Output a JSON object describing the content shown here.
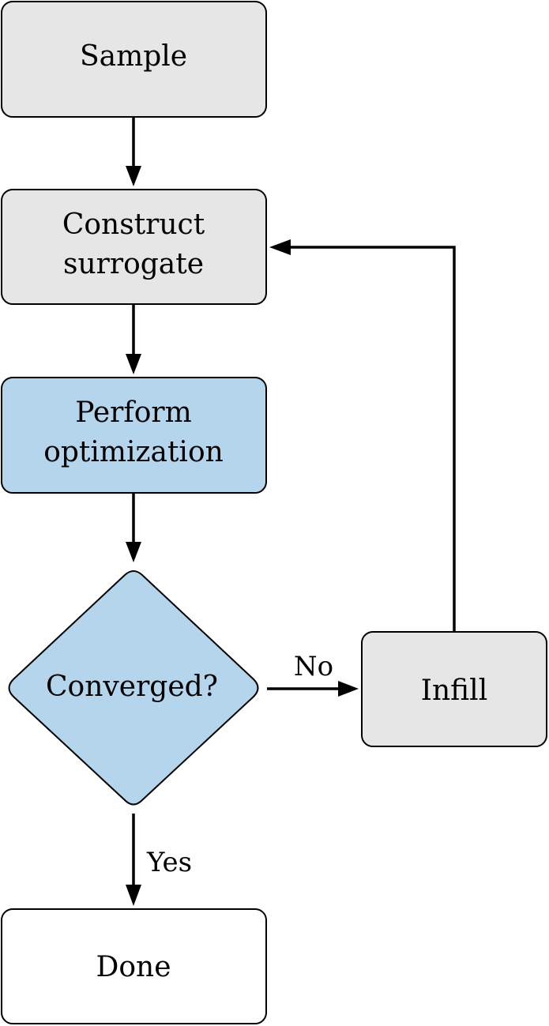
{
  "nodes": {
    "sample": {
      "label": "Sample"
    },
    "construct": {
      "lines": [
        "Construct",
        "surrogate"
      ]
    },
    "optimize": {
      "lines": [
        "Perform",
        "optimization"
      ]
    },
    "converged": {
      "label": "Converged?"
    },
    "infill": {
      "label": "Infill"
    },
    "done": {
      "label": "Done"
    }
  },
  "edges": {
    "no_label": "No",
    "yes_label": "Yes"
  },
  "colors": {
    "gray_fill": "#e6e6e6",
    "blue_fill": "#b4d5ec",
    "white_fill": "#ffffff",
    "stroke": "#000000"
  }
}
